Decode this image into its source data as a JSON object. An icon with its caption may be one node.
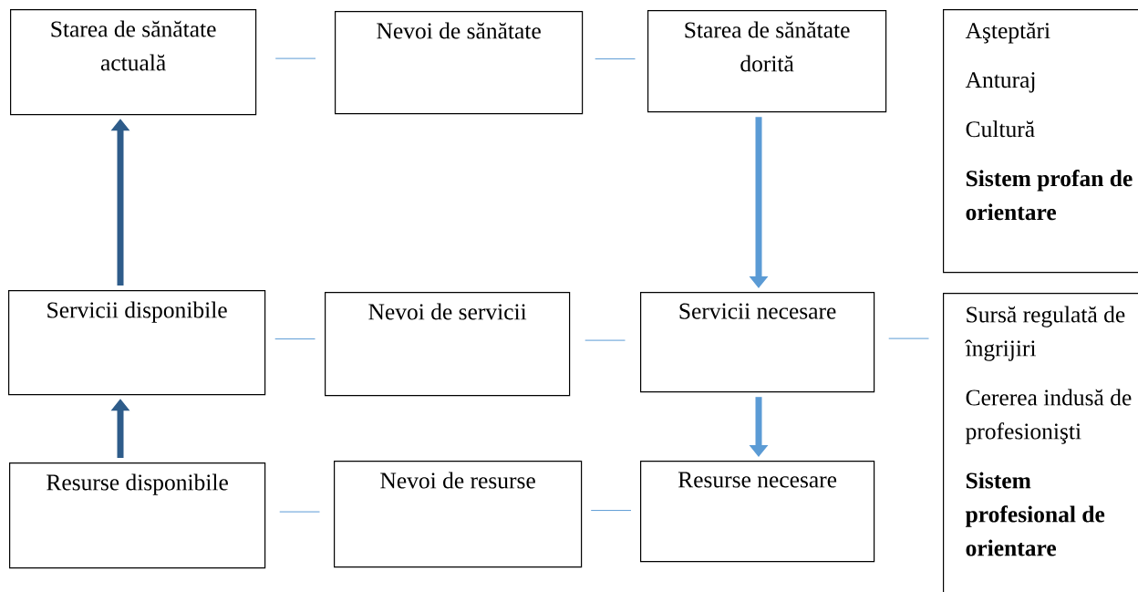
{
  "diagram": {
    "nodes": [
      {
        "text": [
          "Starea de sănătate actuală"
        ]
      },
      {
        "text": [
          "Nevoi de sănătate"
        ]
      },
      {
        "text": [
          "Starea de sănătate dorită"
        ]
      },
      {
        "text": [
          "Aşteptări",
          "Anturaj",
          "Cultură",
          "Sistem profan de orientare"
        ]
      },
      {
        "text": [
          "Servicii disponibile"
        ]
      },
      {
        "text": [
          "Nevoi de servicii"
        ]
      },
      {
        "text": [
          "Servicii necesare"
        ]
      },
      {
        "text": [
          "Sursă regulată de îngrijiri",
          "Cererea indusă de profesionişti",
          "Sistem profesional de orientare"
        ]
      },
      {
        "text": [
          "Resurse disponibile"
        ]
      },
      {
        "text": [
          "Nevoi de resurse"
        ]
      },
      {
        "text": [
          "Resurse necesare"
        ]
      }
    ],
    "edges": [
      {
        "from": 0,
        "to": 1,
        "arrow": "none"
      },
      {
        "from": 1,
        "to": 2,
        "arrow": "none"
      },
      {
        "from": 4,
        "to": 5,
        "arrow": "none"
      },
      {
        "from": 5,
        "to": 6,
        "arrow": "none"
      },
      {
        "from": 6,
        "to": 7,
        "arrow": "none"
      },
      {
        "from": 8,
        "to": 9,
        "arrow": "none"
      },
      {
        "from": 9,
        "to": 10,
        "arrow": "none"
      },
      {
        "from": 4,
        "to": 0,
        "arrow": "to",
        "style": "thick",
        "color": "#2e5c8a"
      },
      {
        "from": 2,
        "to": 6,
        "arrow": "to",
        "style": "thick"
      },
      {
        "from": 8,
        "to": 4,
        "arrow": "to",
        "style": "thick",
        "color": "#2e5c8a"
      },
      {
        "from": 6,
        "to": 10,
        "arrow": "to",
        "style": "thick"
      }
    ]
  }
}
